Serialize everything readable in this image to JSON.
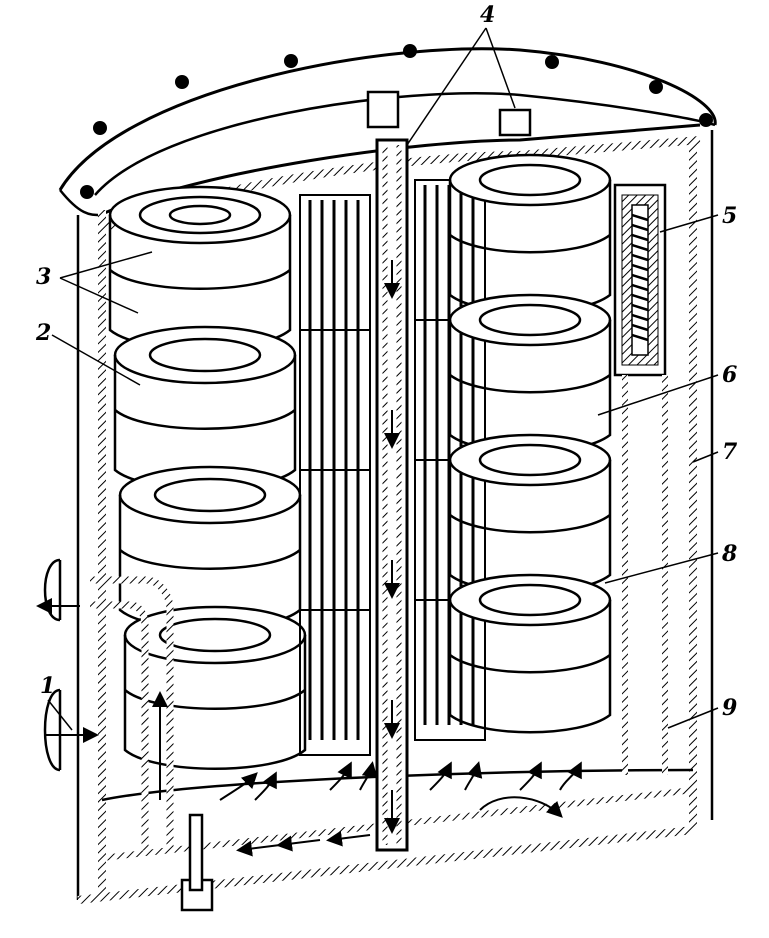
{
  "figure": {
    "type": "cutaway technical drawing",
    "subject": "cylindrical filter housing with stacked disc filter elements",
    "colors": {
      "ink": "#000000",
      "paper": "#ffffff"
    },
    "callouts": [
      {
        "id": "1",
        "label": "1"
      },
      {
        "id": "2",
        "label": "2"
      },
      {
        "id": "3",
        "label": "3"
      },
      {
        "id": "4",
        "label": "4"
      },
      {
        "id": "5",
        "label": "5"
      },
      {
        "id": "6",
        "label": "6"
      },
      {
        "id": "7",
        "label": "7"
      },
      {
        "id": "8",
        "label": "8"
      },
      {
        "id": "9",
        "label": "9"
      }
    ]
  }
}
